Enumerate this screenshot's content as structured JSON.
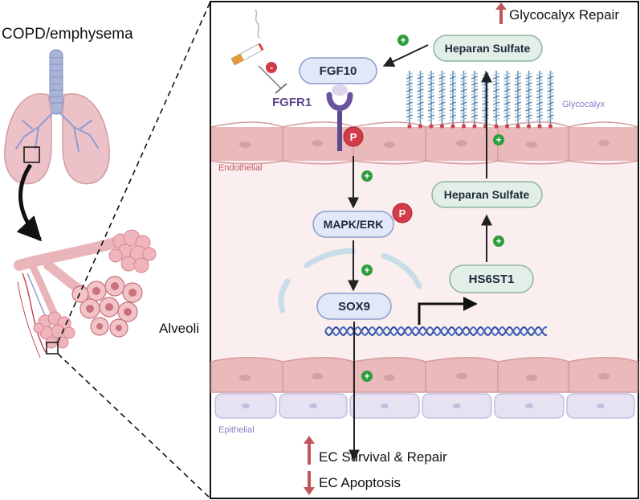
{
  "left_panel": {
    "disease_label": "COPD/emphysema",
    "alveoli_label": "Alveoli"
  },
  "main_panel": {
    "top_effect": "Glycocalyx Repair",
    "nodes": {
      "fgf10": "FGF10",
      "fgfr1": "FGFR1",
      "mapk_erk": "MAPK/ERK",
      "sox9": "SOX9",
      "hs6st1": "HS6ST1",
      "heparan_sulfate_top": "Heparan Sulfate",
      "heparan_sulfate_mid": "Heparan Sulfate"
    },
    "layer_labels": {
      "glycocalyx": "Glycocalyx",
      "endothelial": "Endothelial",
      "epithelial": "Epithelial"
    },
    "badges": {
      "phospho": "P",
      "activate": "+",
      "inhibit": "-"
    },
    "outcomes": {
      "up": "EC Survival & Repair",
      "down": "EC Apoptosis"
    }
  },
  "colors": {
    "panel_bg": "#fbeeee",
    "endothelial_cell": "#eab9b9",
    "epithelial_cell": "#e6e2f2",
    "node_blue": "#e2e8f8",
    "node_green": "#e2efe8",
    "phospho_red": "#d23c48",
    "plus_green": "#2f9e3f",
    "receptor_purple": "#5c4a8c",
    "up_arrow": "#c0565a"
  }
}
